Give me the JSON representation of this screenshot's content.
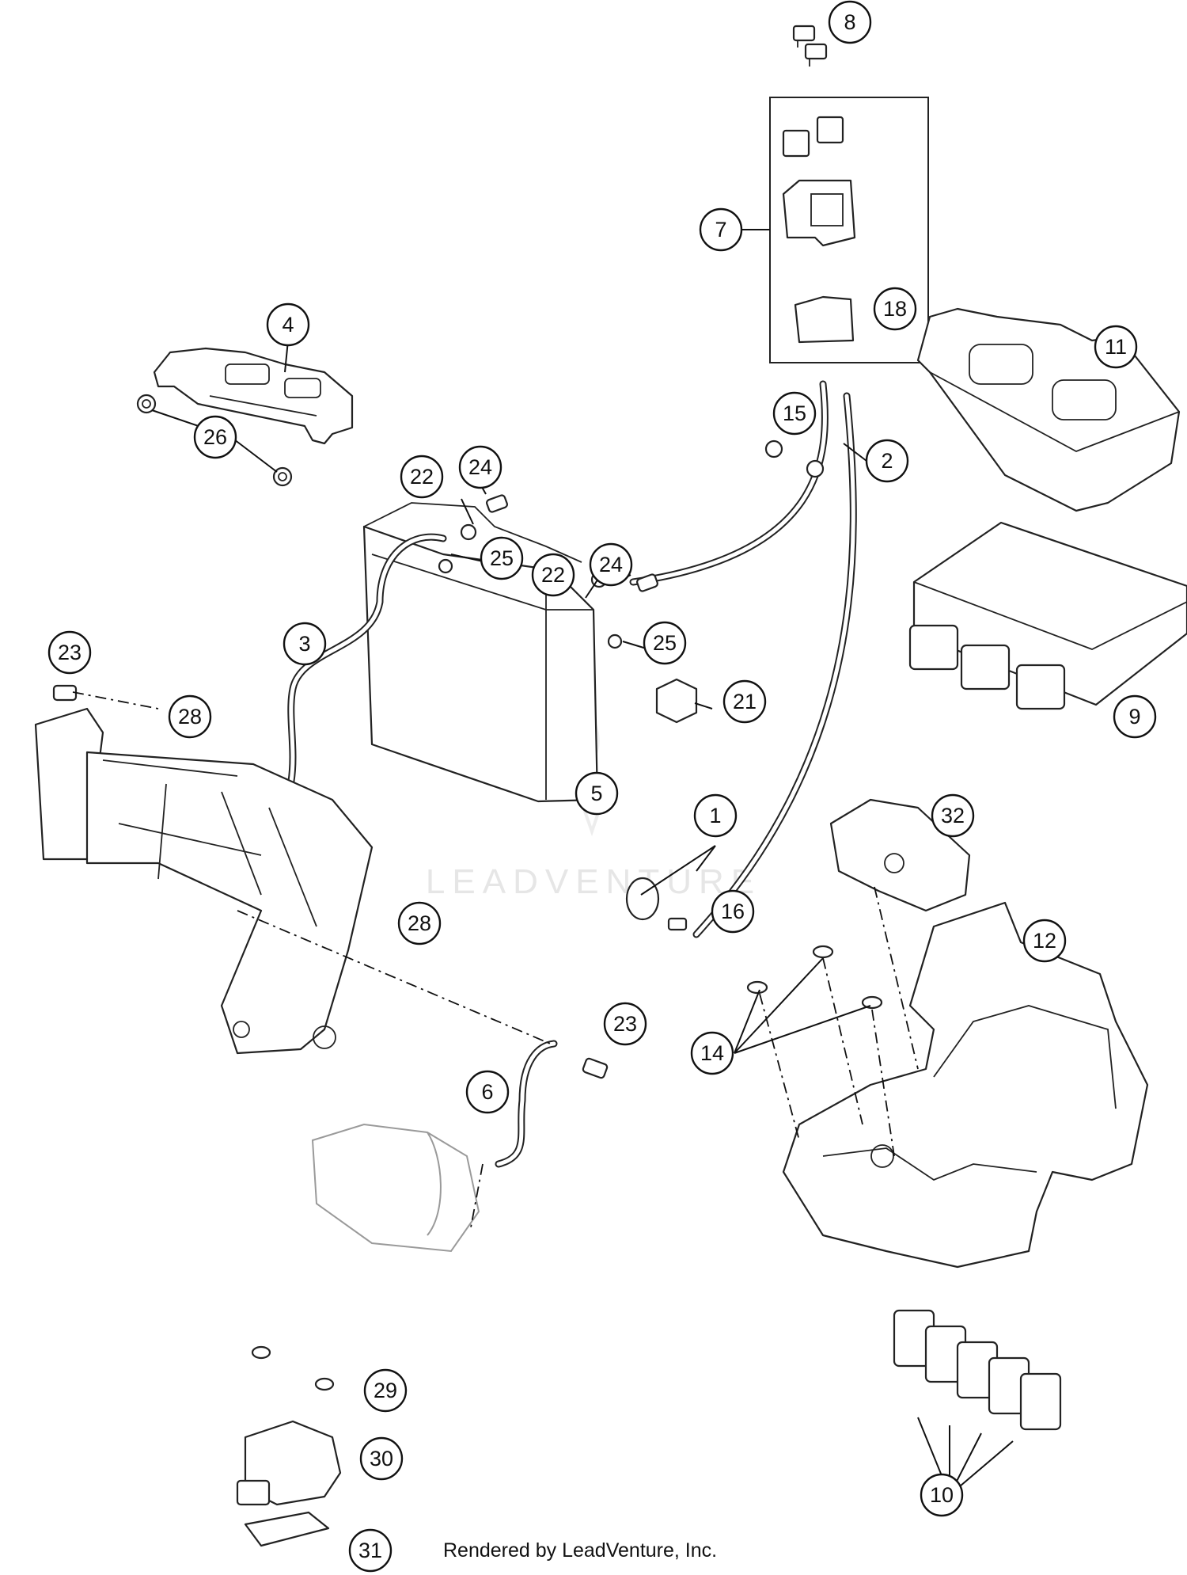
{
  "watermark": "LEADVENTURE",
  "credit": "Rendered by LeadVenture, Inc.",
  "callouts": [
    "1",
    "2",
    "3",
    "4",
    "5",
    "6",
    "7",
    "8",
    "9",
    "10",
    "11",
    "12",
    "14",
    "15",
    "16",
    "18",
    "21",
    "22",
    "22",
    "23",
    "23",
    "24",
    "24",
    "25",
    "25",
    "26",
    "28",
    "28",
    "29",
    "30",
    "31",
    "32"
  ]
}
